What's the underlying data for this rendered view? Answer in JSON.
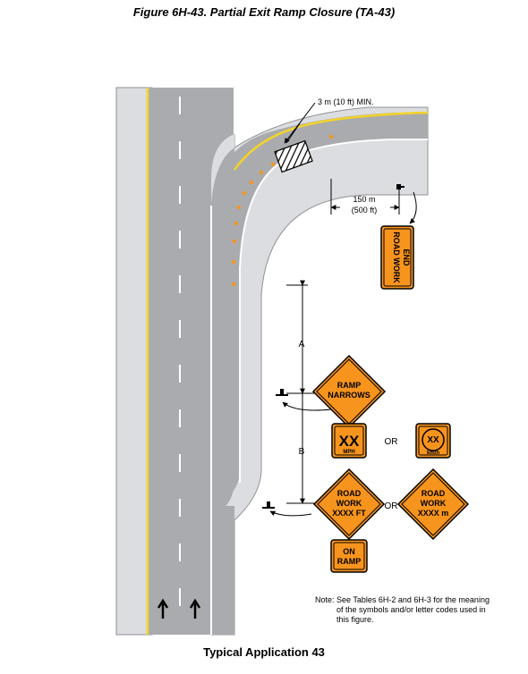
{
  "figure_title": "Figure 6H-43.  Partial Exit Ramp Closure (TA-43)",
  "caption": "Typical Application 43",
  "dimensions": {
    "taper_offset": "3 m (10 ft) MIN.",
    "end_sign_distance_metric": "150 m",
    "end_sign_distance_english": "(500 ft)",
    "spacing_a": "A",
    "spacing_b": "B"
  },
  "signs": {
    "end_road_work": [
      "END",
      "ROAD WORK"
    ],
    "ramp_narrows": [
      "RAMP",
      "NARROWS"
    ],
    "speed_mph": {
      "value": "XX",
      "unit": "MPH"
    },
    "speed_kmh": {
      "value": "XX",
      "unit": "km/h"
    },
    "road_work_ft": [
      "ROAD",
      "WORK",
      "XXXX FT"
    ],
    "road_work_m": [
      "ROAD",
      "WORK",
      "XXXX m"
    ],
    "on_ramp": [
      "ON",
      "RAMP"
    ]
  },
  "or_labels": [
    "OR",
    "OR"
  ],
  "note": [
    "Note: See Tables 6H-2 and 6H-3 for the meaning",
    "of the symbols and/or letter codes used in",
    "this figure."
  ],
  "colors": {
    "pavement": "#a9abae",
    "shoulder": "#dcdde0",
    "sign_orange": "#f7941d",
    "channelizer": "#f7941d",
    "edge_line_yellow": "#f5d327"
  }
}
